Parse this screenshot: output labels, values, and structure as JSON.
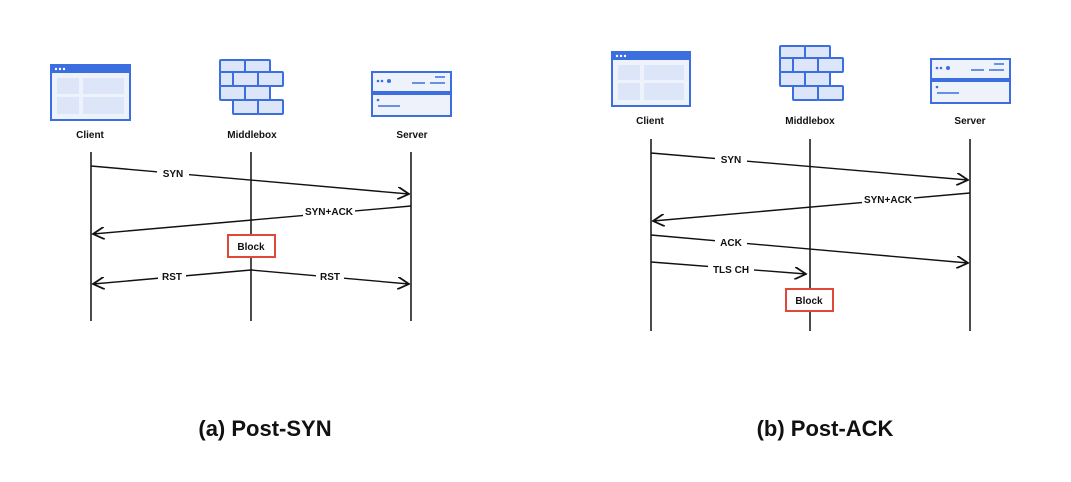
{
  "diagram_a": {
    "caption": "(a) Post-SYN",
    "client": "Client",
    "middlebox": "Middlebox",
    "server": "Server",
    "msg_syn": "SYN",
    "msg_synack": "SYN+ACK",
    "block": "Block",
    "msg_rst_left": "RST",
    "msg_rst_right": "RST"
  },
  "diagram_b": {
    "caption": "(b) Post-ACK",
    "client": "Client",
    "middlebox": "Middlebox",
    "server": "Server",
    "msg_syn": "SYN",
    "msg_synack": "SYN+ACK",
    "msg_ack": "ACK",
    "msg_tlsch": "TLS CH",
    "block": "Block"
  },
  "colors": {
    "icon_stroke": "#3b6fe0",
    "icon_fill": "#dde6f8",
    "icon_bar": "#3b6fe0",
    "block_border": "#e0493a",
    "line": "#111111"
  },
  "icons": {
    "client": "browser-window-icon",
    "middlebox": "brick-wall-icon",
    "server": "server-rack-icon"
  }
}
